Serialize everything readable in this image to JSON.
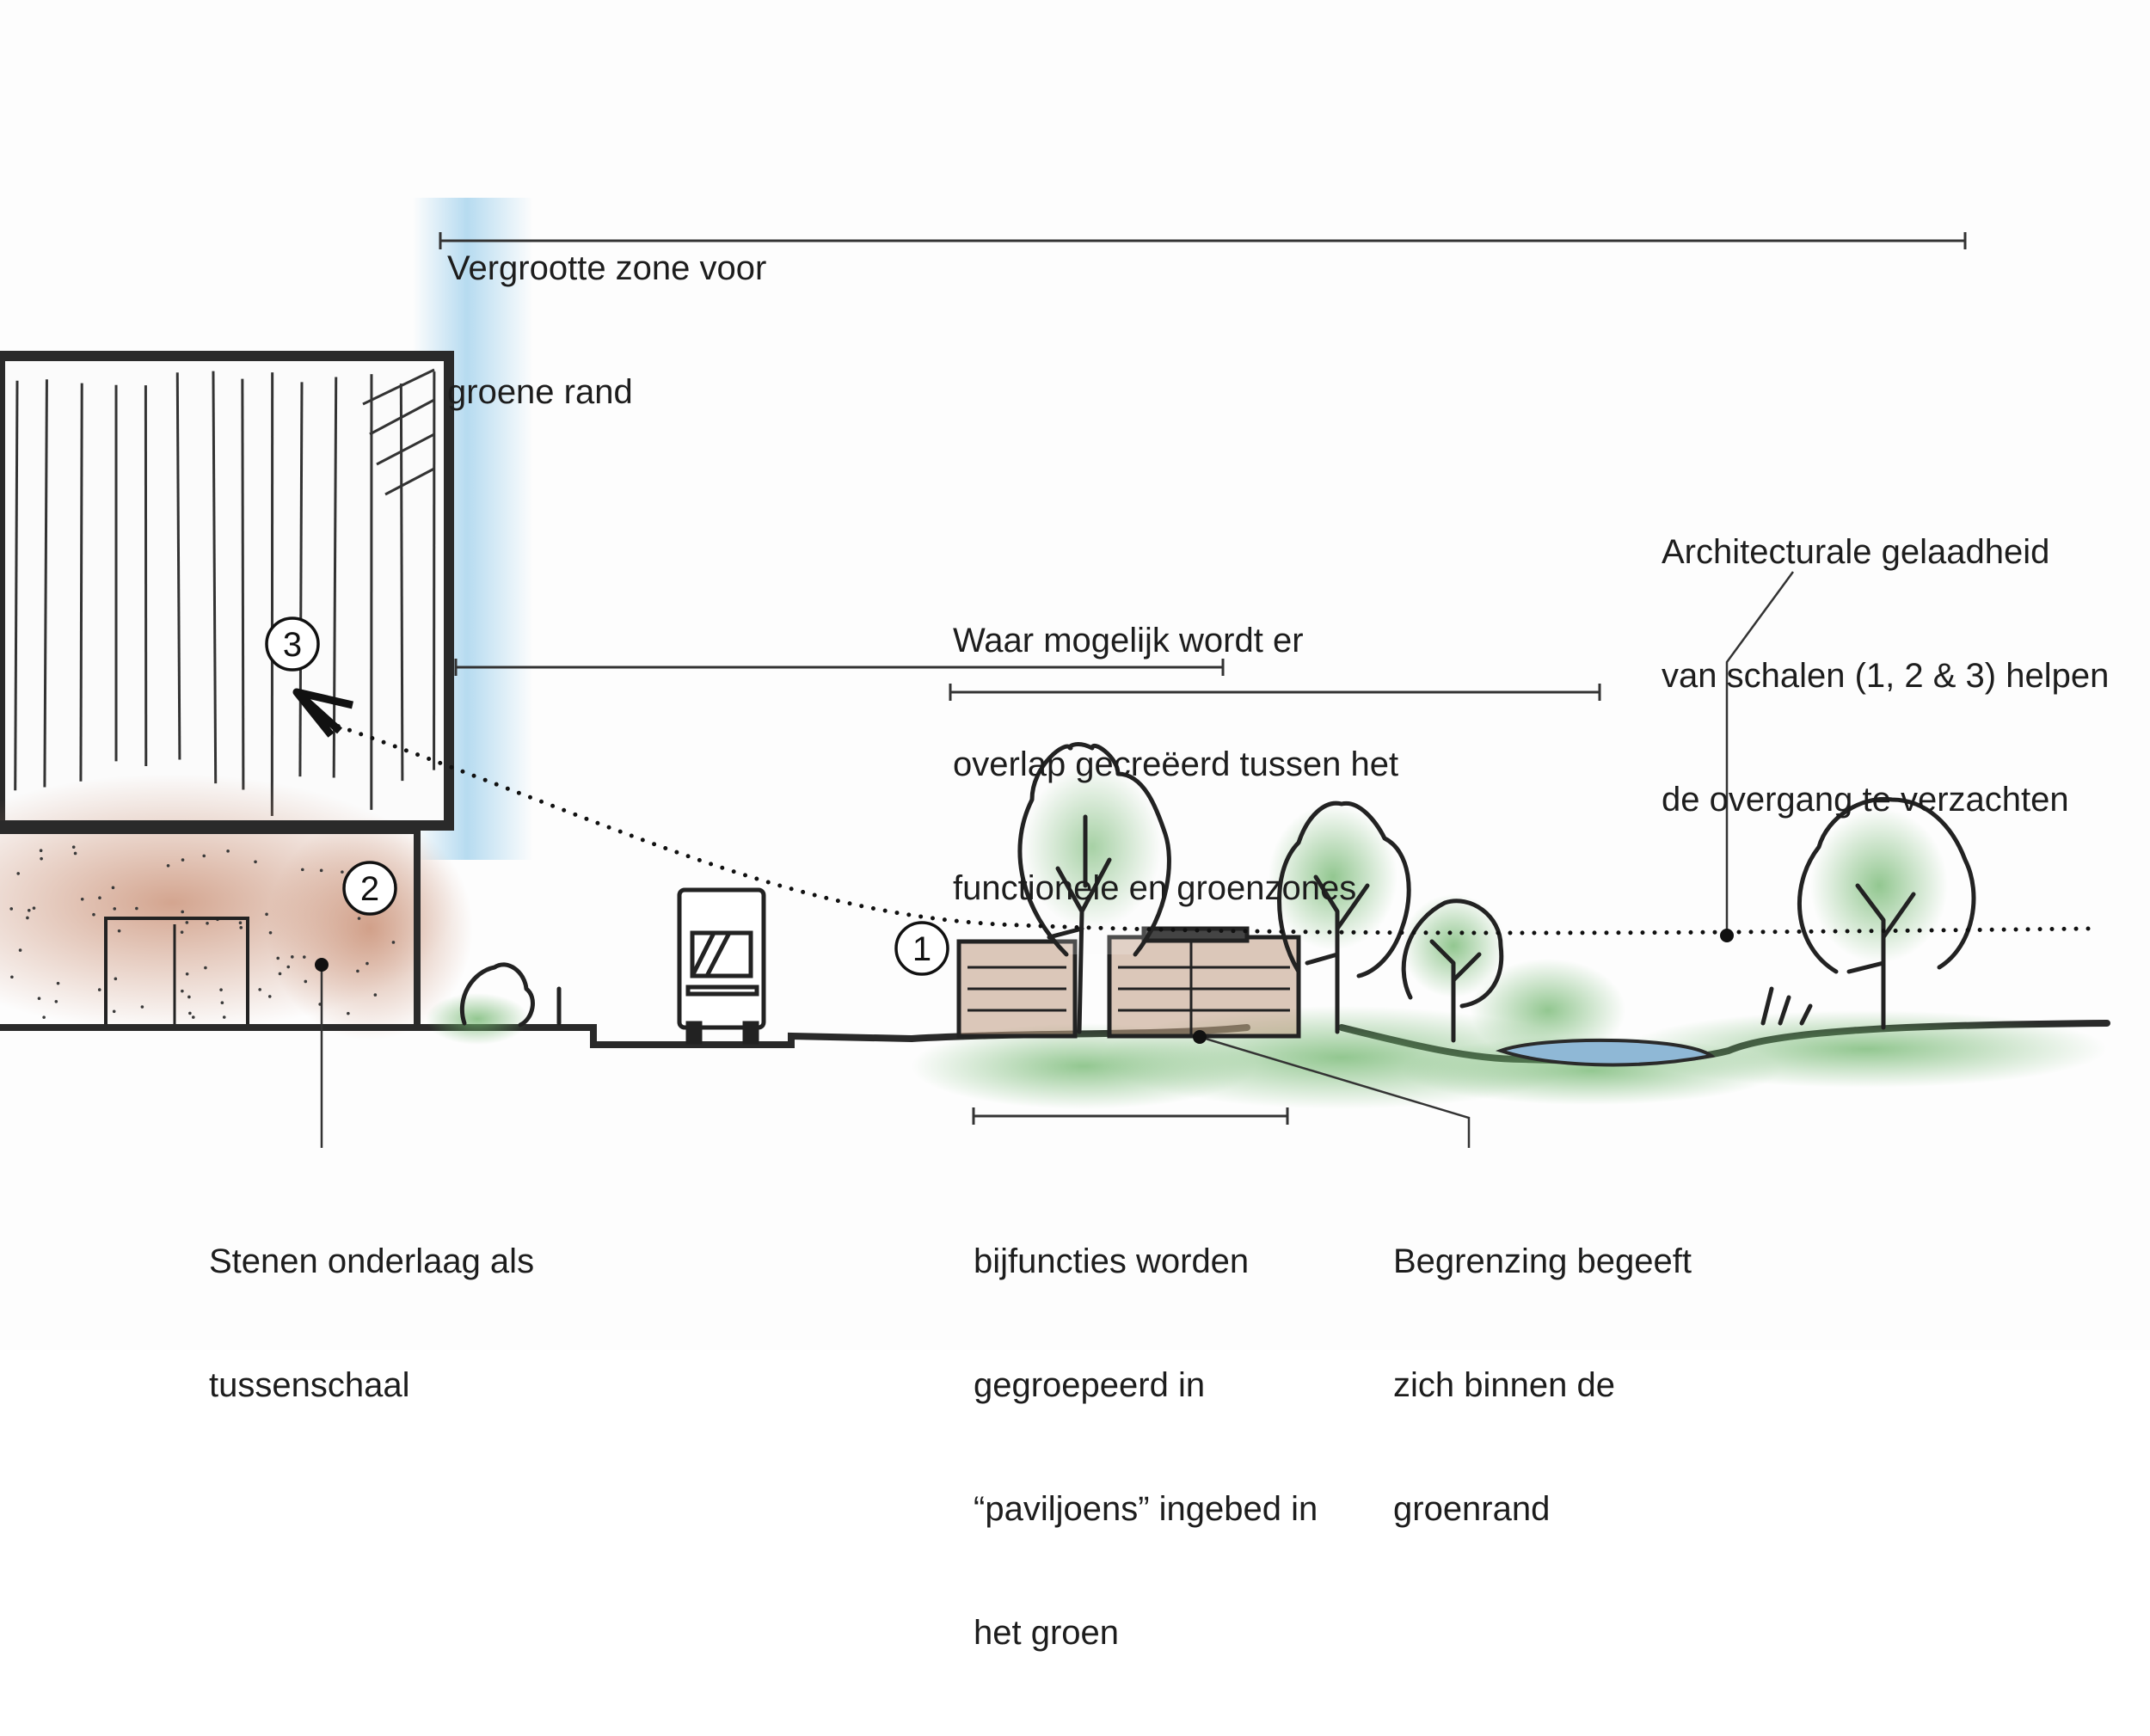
{
  "annotations": {
    "green_zone": [
      "Vergrootte zone voor",
      "groene rand"
    ],
    "overlap": [
      "Waar mogelijk wordt er",
      "overlap gecreëerd tussen het",
      "functionele en groenzones"
    ],
    "architectural": [
      "Architecturale gelaadheid",
      "van schalen (1, 2 & 3) helpen",
      "de overgang te verzachten"
    ],
    "stone_base": [
      "Stenen onderlaag als",
      "tussenschaal"
    ],
    "pavilions": [
      "bijfuncties worden",
      "gegroepeerd in",
      "“paviljoens” ingebed in",
      "het groen"
    ],
    "boundary": [
      "Begrenzing begeeft",
      "zich binnen de",
      "groenrand"
    ]
  },
  "markers": {
    "one": "1",
    "two": "2",
    "three": "3"
  },
  "colors": {
    "ink": "#1a1a1a",
    "ground_green": "#7cbf7a",
    "tree_green": "#8ec98a",
    "brick": "#c98f74",
    "water": "#8fb8d6",
    "haze_blue": "#9fd0ec"
  }
}
